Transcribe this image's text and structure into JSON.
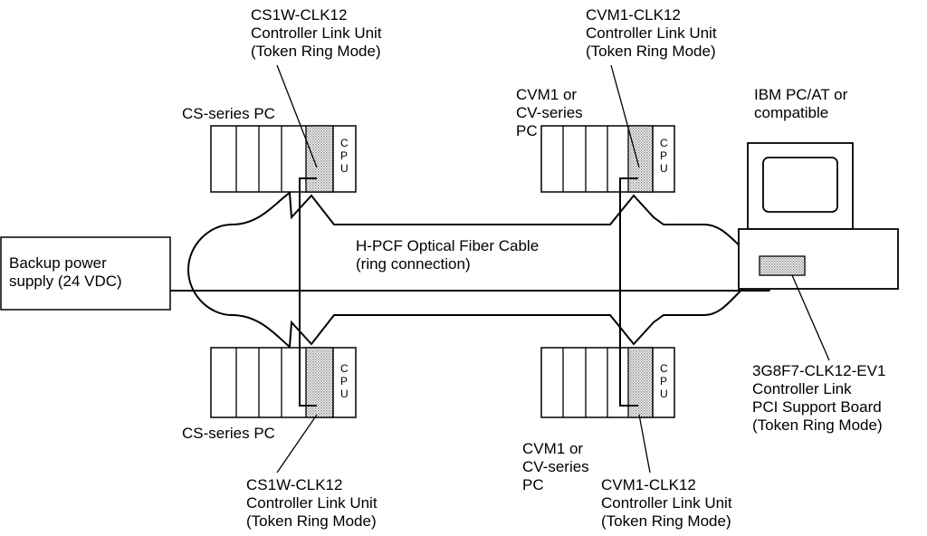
{
  "units": {
    "top_left_unit": [
      "CS1W-CLK12",
      "Controller Link Unit",
      "(Token Ring Mode)"
    ],
    "top_right_unit": [
      "CVM1-CLK12",
      "Controller Link Unit",
      "(Token Ring Mode)"
    ],
    "bottom_left_unit": [
      "CS1W-CLK12",
      "Controller Link Unit",
      "(Token Ring Mode)"
    ],
    "bottom_right_unit": [
      "CVM1-CLK12",
      "Controller Link Unit",
      "(Token Ring Mode)"
    ]
  },
  "pcs": {
    "top_left_pc": [
      "CS-series PC"
    ],
    "top_right_pc": [
      "CVM1 or",
      "CV-series",
      "PC"
    ],
    "bottom_left_pc": [
      "CS-series PC"
    ],
    "bottom_right_pc": [
      "CVM1 or",
      "CV-series",
      "PC"
    ]
  },
  "computer": [
    "IBM PC/AT or",
    "compatible"
  ],
  "board": [
    "3G8F7-CLK12-EV1",
    "Controller Link",
    "PCI Support Board",
    "(Token Ring Mode)"
  ],
  "cable": [
    "H-PCF Optical Fiber Cable",
    "(ring connection)"
  ],
  "power_supply": [
    "Backup power",
    "supply (24 VDC)"
  ],
  "cpu_letters": [
    "C",
    "P",
    "U"
  ],
  "colors": {
    "line": "#000000",
    "hatch": "#999999",
    "background": "#ffffff"
  }
}
